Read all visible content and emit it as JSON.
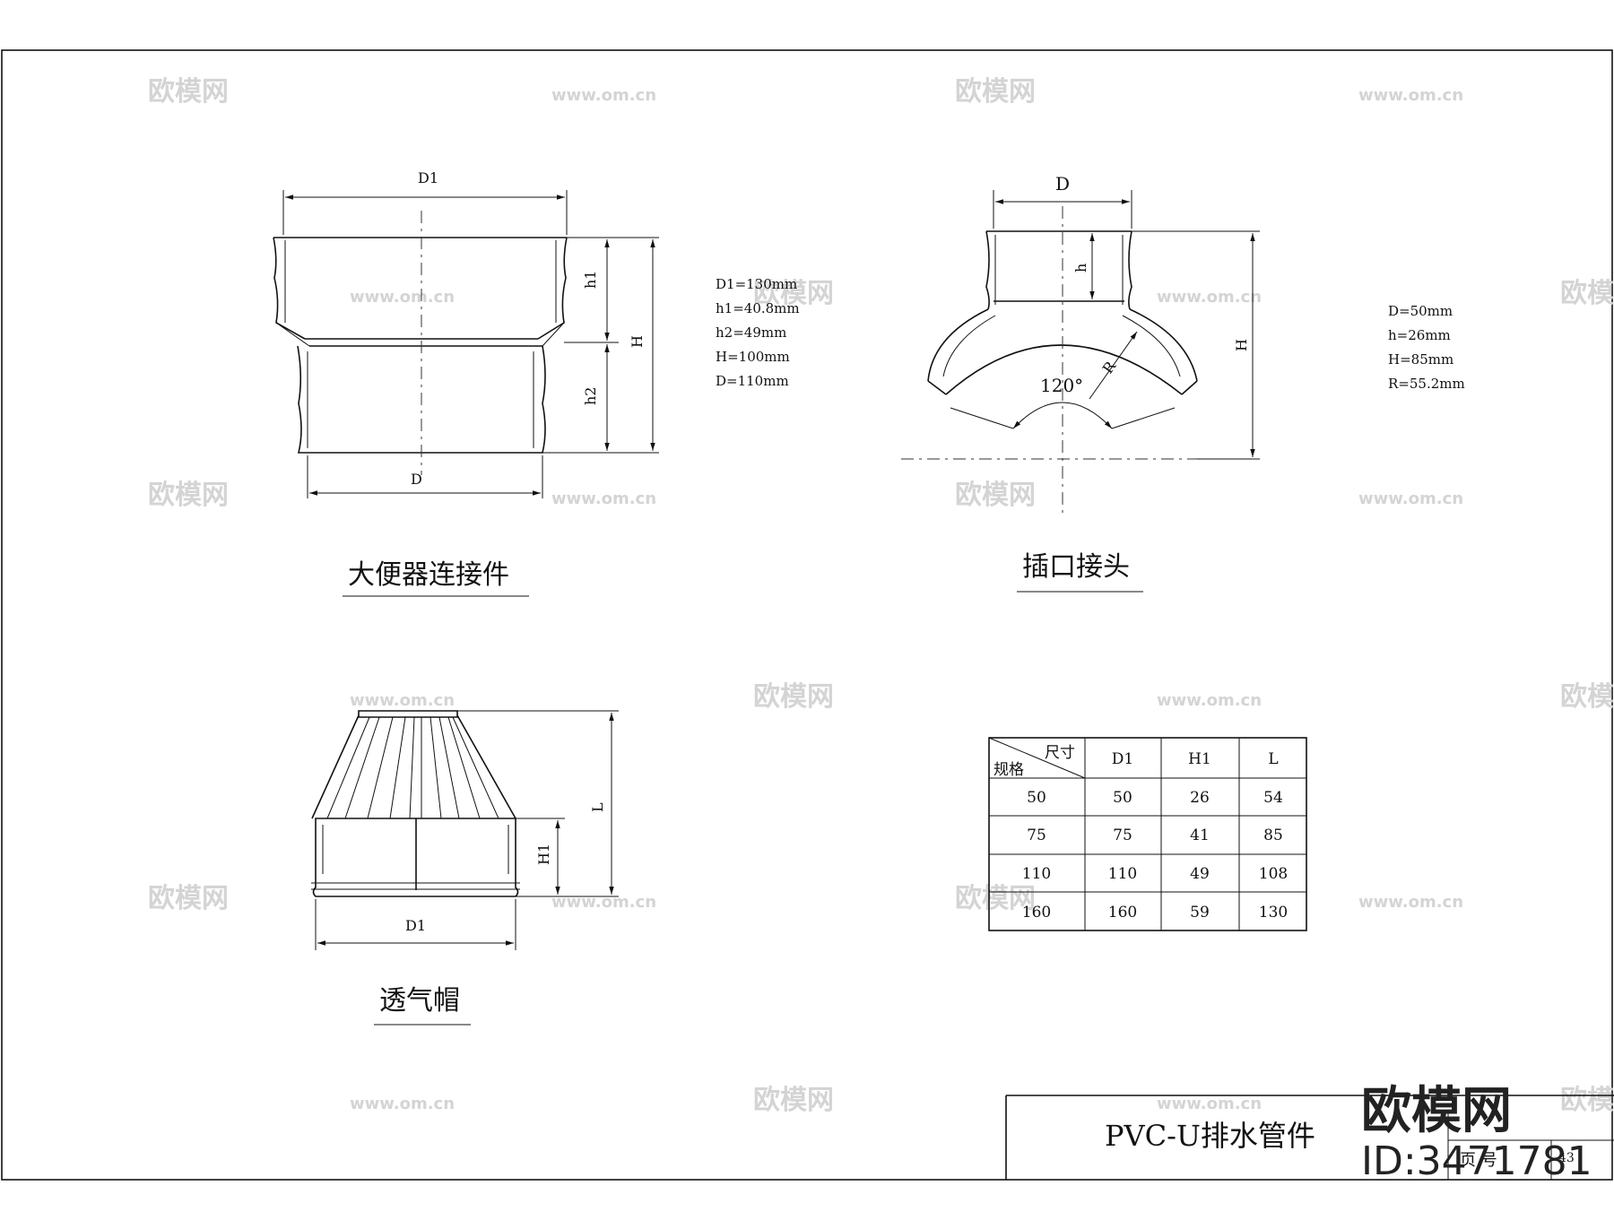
{
  "drawing": {
    "title_block": {
      "title": "PVC-U排水管件",
      "page_label": "页 号",
      "page_number": "43"
    },
    "parts": [
      {
        "id": "toilet-connector",
        "caption": "大便器连接件",
        "dim_labels": {
          "D1": "D1",
          "h1": "h1",
          "h2": "h2",
          "H": "H",
          "D": "D"
        },
        "params": [
          "D1=130mm",
          "h1=40.8mm",
          "h2=49mm",
          "H=100mm",
          "D=110mm"
        ]
      },
      {
        "id": "socket-joint",
        "caption": "插口接头",
        "dim_labels": {
          "D": "D",
          "h": "h",
          "H": "H",
          "R": "R",
          "angle": "120°"
        },
        "params": [
          "D=50mm",
          "h=26mm",
          "H=85mm",
          "R=55.2mm"
        ]
      },
      {
        "id": "vent-cap",
        "caption": "透气帽",
        "dim_labels": {
          "L": "L",
          "H1": "H1",
          "D1": "D1"
        }
      }
    ],
    "spec_table": {
      "corner_top": "尺寸",
      "corner_bottom": "规格",
      "headers": [
        "D1",
        "H1",
        "L"
      ],
      "rows": [
        [
          "50",
          "50",
          "26",
          "54"
        ],
        [
          "75",
          "75",
          "41",
          "85"
        ],
        [
          "110",
          "110",
          "49",
          "108"
        ],
        [
          "160",
          "160",
          "59",
          "130"
        ]
      ]
    }
  },
  "watermark": {
    "brand": "欧模网",
    "site": "www.om.cn",
    "id": "ID:3471781"
  }
}
